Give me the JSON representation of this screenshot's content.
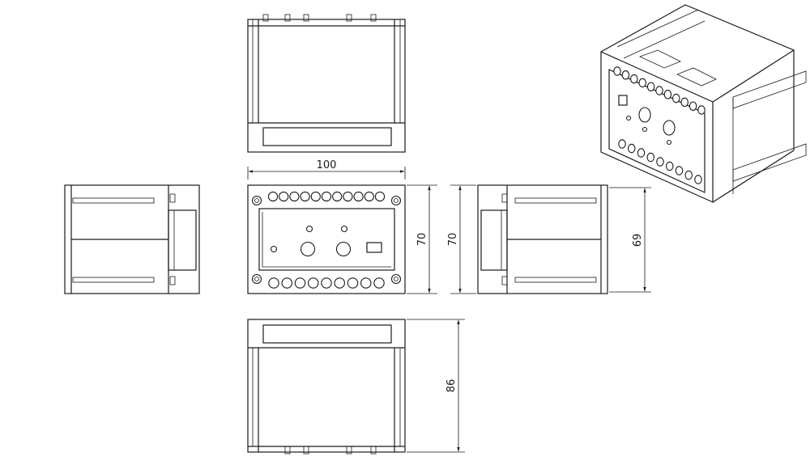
{
  "drawing": {
    "dimensions": {
      "front_width": "100",
      "front_height_left": "70",
      "front_height_right": "70",
      "side_height": "69",
      "depth": "86"
    },
    "front_panel": {
      "top_terminal_count": 11,
      "bottom_terminal_count": 9
    },
    "colors": {
      "line": "#1a1a1a",
      "background": "#ffffff"
    }
  }
}
